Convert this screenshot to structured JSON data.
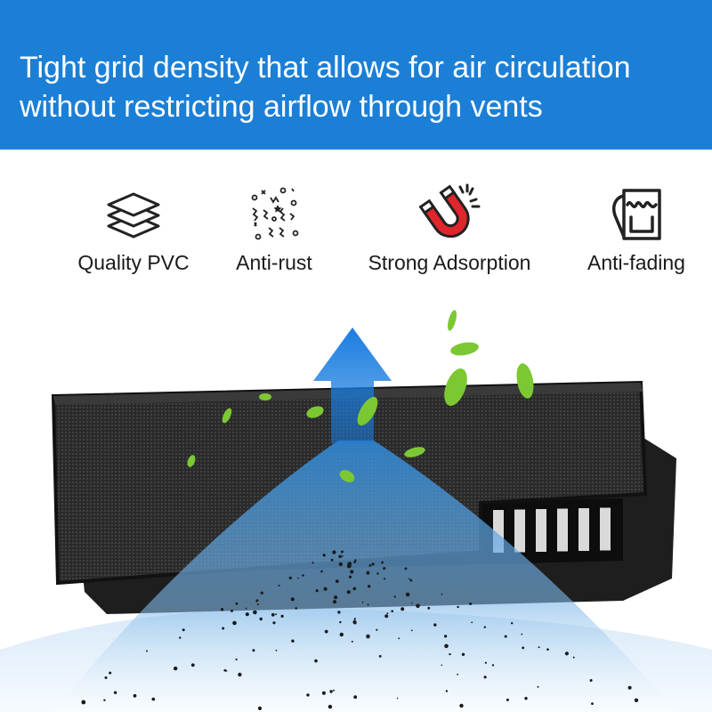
{
  "banner": {
    "color": "#1b7fd6",
    "headline": "Tight grid density that allows for air circulation without restricting airflow through vents"
  },
  "features": [
    {
      "label": "Quality PVC",
      "icon": "layers-icon"
    },
    {
      "label": "Anti-rust",
      "icon": "rust-particles-icon"
    },
    {
      "label": "Strong Adsorption",
      "icon": "magnet-icon"
    },
    {
      "label": "Anti-fading",
      "icon": "paint-bucket-icon"
    }
  ],
  "scene": {
    "subject": "vent-cover-mesh-image",
    "arrow_color": "#1b7fd6",
    "leaf_color": "#7cc832"
  }
}
